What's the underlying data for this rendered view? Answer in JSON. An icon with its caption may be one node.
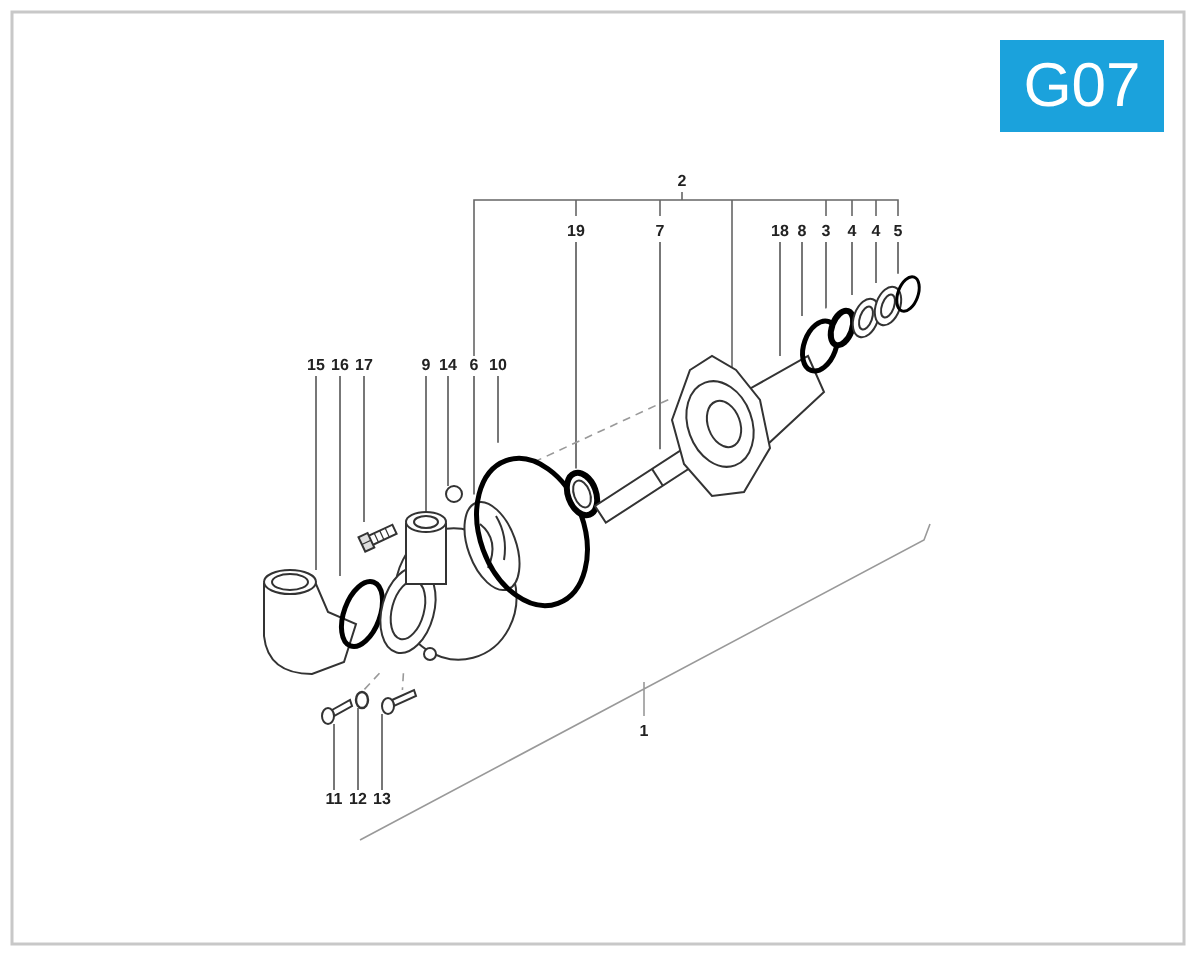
{
  "diagram": {
    "nodes": [
      {
        "text": [
          "G07"
        ]
      },
      {
        "text": [
          "19"
        ]
      },
      {
        "text": [
          "7"
        ]
      },
      {
        "text": [
          "18"
        ]
      },
      {
        "text": [
          "8"
        ]
      },
      {
        "text": [
          "3"
        ]
      },
      {
        "text": [
          "4"
        ]
      },
      {
        "text": [
          "4"
        ]
      },
      {
        "text": [
          "5"
        ]
      },
      {
        "text": [
          "15"
        ]
      },
      {
        "text": [
          "16"
        ]
      },
      {
        "text": [
          "17"
        ]
      },
      {
        "text": [
          "9"
        ]
      },
      {
        "text": [
          "14"
        ]
      },
      {
        "text": [
          "6"
        ]
      },
      {
        "text": [
          "10"
        ]
      },
      {
        "text": [
          "11"
        ]
      },
      {
        "text": [
          "12"
        ]
      },
      {
        "text": [
          "13"
        ]
      },
      {
        "text": [],
        "shape": "picture"
      },
      {
        "text": [],
        "shape": "circle"
      },
      {
        "text": [],
        "shape": "picture"
      },
      {
        "text": [],
        "shape": "picture"
      },
      {
        "text": [],
        "shape": "circle"
      },
      {
        "text": [],
        "shape": "picture"
      },
      {
        "text": [],
        "shape": "circle"
      },
      {
        "text": [],
        "shape": "picture"
      },
      {
        "text": [],
        "shape": "picture"
      },
      {
        "text": [],
        "shape": "picture"
      },
      {
        "text": [],
        "shape": "circle"
      },
      {
        "text": [],
        "shape": "circle"
      },
      {
        "text": [],
        "shape": "picture"
      },
      {
        "text": [],
        "shape": "picture"
      },
      {
        "text": [],
        "shape": "circle"
      },
      {
        "text": [],
        "shape": "picture"
      },
      {
        "text": [],
        "shape": "circle"
      },
      {
        "text": [],
        "shape": "picture"
      }
    ],
    "edges": [
      {
        "from": 1,
        "to": 26,
        "arrow": "none"
      },
      {
        "from": 2,
        "to": 27,
        "arrow": "none"
      },
      {
        "from": 3,
        "to": 28,
        "arrow": "none"
      },
      {
        "from": 4,
        "to": 29,
        "arrow": "none"
      },
      {
        "from": 5,
        "to": 30,
        "arrow": "none"
      },
      {
        "from": 6,
        "to": 31,
        "arrow": "none"
      },
      {
        "from": 7,
        "to": 32,
        "arrow": "none"
      },
      {
        "from": 8,
        "to": 33,
        "arrow": "none"
      },
      {
        "from": 9,
        "to": 19,
        "arrow": "none"
      },
      {
        "from": 10,
        "to": 20,
        "arrow": "none"
      },
      {
        "from": 11,
        "to": 21,
        "arrow": "none"
      },
      {
        "from": 12,
        "to": 22,
        "arrow": "none"
      },
      {
        "from": 13,
        "to": 23,
        "arrow": "none"
      },
      {
        "from": 14,
        "to": 24,
        "arrow": "none"
      },
      {
        "from": 15,
        "to": 25,
        "arrow": "none"
      },
      {
        "from": 16,
        "to": 34,
        "arrow": "none"
      },
      {
        "from": 17,
        "to": 35,
        "arrow": "none"
      },
      {
        "from": 18,
        "to": 36,
        "arrow": "none"
      },
      {
        "from": 25,
        "to": 28,
        "arrow": "none",
        "style": "dashed"
      },
      {
        "from": 22,
        "to": 35,
        "arrow": "none",
        "style": "dashed"
      },
      {
        "from": 22,
        "to": 36,
        "arrow": "none",
        "style": "dashed"
      }
    ],
    "labels": [
      "2",
      "1"
    ]
  }
}
